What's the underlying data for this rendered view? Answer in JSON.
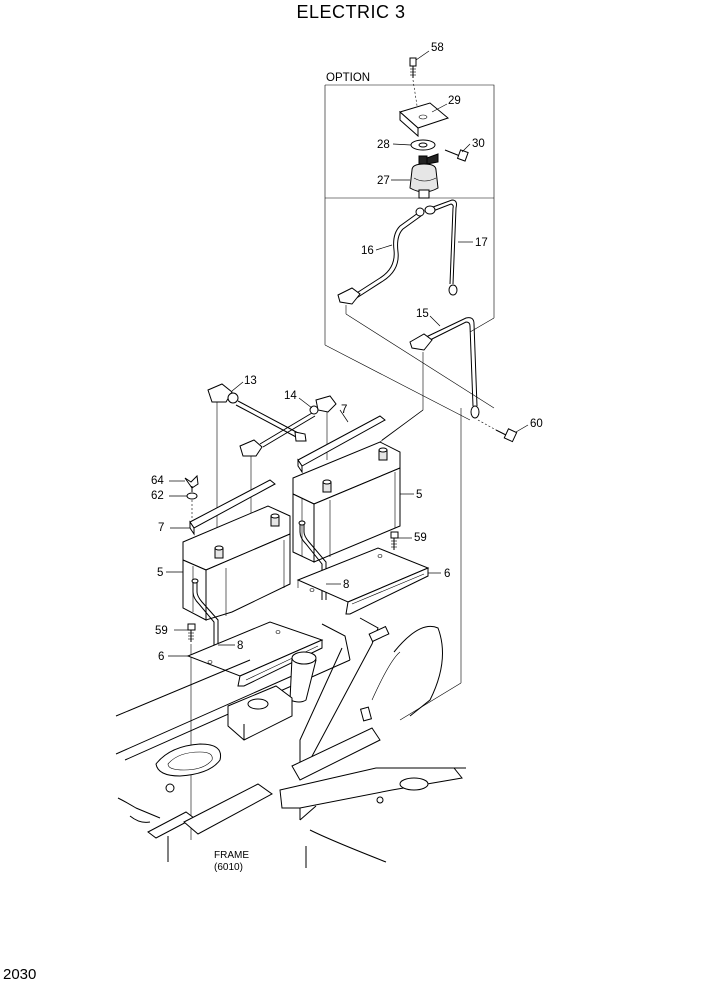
{
  "title": "ELECTRIC 3",
  "page_number": "2030",
  "option_label": "OPTION",
  "frame_label": {
    "line1": "FRAME",
    "line2": "(6010)"
  },
  "callouts": {
    "c58": "58",
    "c29": "29",
    "c28": "28",
    "c30": "30",
    "c27": "27",
    "c16": "16",
    "c17": "17",
    "c15": "15",
    "c60": "60",
    "c13": "13",
    "c14": "14",
    "c7a": "7",
    "c7b": "7",
    "c64": "64",
    "c62": "62",
    "c5a": "5",
    "c5b": "5",
    "c59a": "59",
    "c59b": "59",
    "c8a": "8",
    "c8b": "8",
    "c6a": "6",
    "c6b": "6"
  }
}
